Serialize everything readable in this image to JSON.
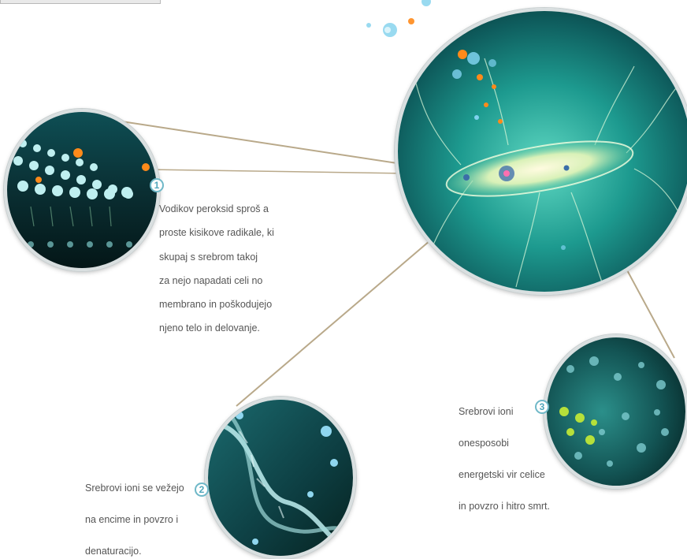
{
  "callouts": [
    {
      "number": "1",
      "lines": [
        "Vodikov peroksid sproš a",
        "proste kisikove radikale, ki",
        "skupaj   s srebrom takoj",
        "za nejo napadati celi no",
        "membrano in poškodujejo",
        "njeno telo in delovanje."
      ]
    },
    {
      "number": "2",
      "lines": [
        "Srebrovi ioni se vežejo",
        "na encime in povzro i",
        "denaturacijo."
      ]
    },
    {
      "number": "3",
      "lines": [
        "Srebrovi ioni",
        "onesposobi",
        "energetski vir celice",
        "in povzro  i hitro smrt."
      ]
    }
  ],
  "colors": {
    "teal_dark": "#0b3a3a",
    "teal_mid": "#1f8a86",
    "teal_light": "#7fe0d0",
    "orange_particle": "#ff8a1a",
    "blue_particle": "#6fc6ea",
    "connector": "#b9a98a"
  }
}
